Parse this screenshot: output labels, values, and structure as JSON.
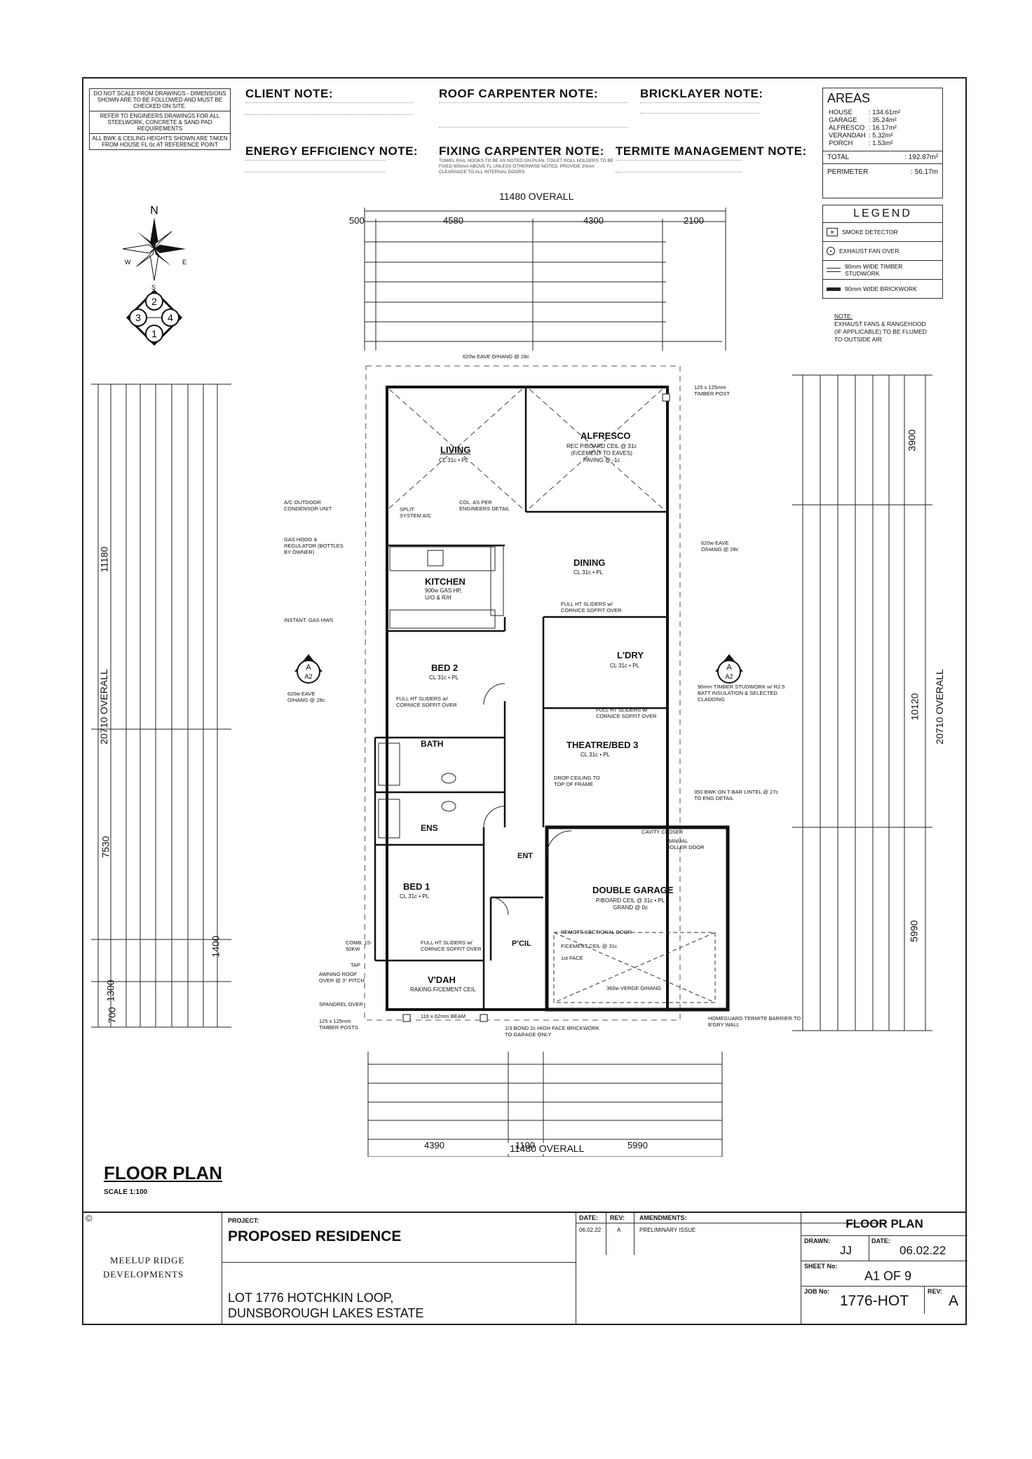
{
  "notes_box": [
    "DO NOT SCALE FROM DRAWINGS - DIMENSIONS SHOWN ARE TO BE FOLLOWED AND MUST BE CHECKED ON SITE.",
    "REFER TO ENGINEERS DRAWINGS FOR ALL STEELWORK, CONCRETE & SAND PAD REQUIREMENTS",
    "ALL BWK & CEILING HEIGHTS SHOWN ARE TAKEN FROM HOUSE FL 0c AT REFERENCE POINT"
  ],
  "note_headings": {
    "client": "CLIENT NOTE:",
    "roof": "ROOF CARPENTER NOTE:",
    "bricklayer": "BRICKLAYER NOTE:",
    "energy": "ENERGY EFFICIENCY NOTE:",
    "fixing": "FIXING CARPENTER NOTE:",
    "termite": "TERMITE MANAGEMENT NOTE:"
  },
  "fixing_note_text": "TOWEL RAIL HOOKS TO BE AS NOTED ON PLAN. TOILET ROLL HOLDERS TO BE FIXED 800mm ABOVE FL UNLESS OTHERWISE NOTED. PROVIDE 20mm CLEARANCE TO ALL INTERNAL DOORS",
  "areas": {
    "title": "AREAS",
    "rows": [
      {
        "label": "HOUSE",
        "value": ": 134.61m²"
      },
      {
        "label": "GARAGE",
        "value": ": 35.24m²"
      },
      {
        "label": "ALFRESCO",
        "value": ": 16.17m²"
      },
      {
        "label": "VERANDAH",
        "value": ": 5.32m²"
      },
      {
        "label": "PORCH",
        "value": ": 1.53m²"
      }
    ],
    "total_label": "TOTAL",
    "total_value": ": 192.87m²",
    "perimeter_label": "PERIMETER",
    "perimeter_value": ": 56.17m"
  },
  "legend": {
    "title": "LEGEND",
    "items": [
      {
        "symbol": "smoke-detector-icon",
        "label": "SMOKE DETECTOR"
      },
      {
        "symbol": "exhaust-fan-icon",
        "label": "EXHAUST FAN OVER"
      },
      {
        "symbol": "timber-stud-icon",
        "label": "90mm WIDE TIMBER STUDWORK"
      },
      {
        "symbol": "brickwork-icon",
        "label": "90mm WIDE BRICKWORK"
      }
    ]
  },
  "note_exhaust": [
    "NOTE:",
    "EXHAUST FANS & RANGEHOOD",
    "(IF APPLICABLE) TO BE FLUMED",
    "TO OUTSIDE AIR"
  ],
  "plan": {
    "overall_width": "11480 OVERALL",
    "overall_width_bottom": "11480 OVERALL",
    "overall_height": "20710 OVERALL",
    "top_segments": [
      "500",
      "4580",
      "4300",
      "2100"
    ],
    "bottom_segments": [
      "4390",
      "1100",
      "5990"
    ],
    "left_segments": [
      "11180",
      "7530",
      "1400",
      "1300",
      "700"
    ],
    "right_segments": [
      "3900",
      "10120",
      "5990"
    ],
    "rooms": {
      "living": "LIVING",
      "living_ceil": "CL 31c • PL",
      "alfresco": "ALFRESCO",
      "alfresco_sub1": "REC P/BOARD CEIL @ 31c",
      "alfresco_sub2": "(F/CEMENT TO EAVES)",
      "alfresco_sub3": "PAVING @ -1c",
      "dining": "DINING",
      "dining_ceil": "CL 31c • PL",
      "kitchen": "KITCHEN",
      "kitchen_sub1": "900w GAS HP,",
      "kitchen_sub2": "U/O & R/H",
      "bed2": "BED 2",
      "bed2_ceil": "CL 31c • PL",
      "laundry": "L'DRY",
      "laundry_ceil": "CL 31c • PL",
      "theatre": "THEATRE/BED 3",
      "theatre_ceil": "CL 31c • PL",
      "bath": "BATH",
      "ens": "ENS",
      "bed1": "BED 1",
      "bed1_ceil": "CL 31c • PL",
      "garage": "DOUBLE GARAGE",
      "garage_sub1": "P/BOARD CEIL @ 31c • PL",
      "garage_sub2": "GRAND @ 0c",
      "vdah": "V'DAH",
      "vdah_sub": "RAKING F/CEMENT CEIL",
      "entry": "ENT",
      "pcil": "P'CIL"
    },
    "callouts": {
      "ac": "A/C OUTDOOR CONDENSOR UNIT",
      "gas_hood": "GAS HOOD & REGULATOR (BOTTLES BY OWNER)",
      "hws": "INSTANT. GAS HWS",
      "eave_left": "620w EAVE O/HANG @ 28c",
      "eave_right": "620w EAVE O/HANG @ 28c",
      "eave_top": "620w EAVE O/HANG @ 28c",
      "timber_post": "125 x 125mm TIMBER POST",
      "sliders_bed2": "FULL HT SLIDERS w/ CORNICE SOFFIT OVER",
      "sliders_dining": "FULL HT SLIDERS w/ CORNICE SOFFIT OVER",
      "sliders_bed1": "FULL HT SLIDERS w/ CORNICE SOFFIT OVER",
      "sliders_theatre": "FULL HT SLIDERS w/ CORNICE SOFFIT OVER",
      "studwork": "90mm TIMBER STUDWORK w/ R2.5 BATT INSULATION & SELECTED CLADDING",
      "lintel": "350 BWK ON T-BAR LINTEL @ 27c TO ENG DETAIL",
      "drop_ceiling": "DROP CEILING TO TOP OF FRAME",
      "roller_door": "MANUAL ROLLER DOOR",
      "cavity_closer": "CAVITY CLOSER",
      "sectional_door": "REMOTE SECTIONAL DOOR",
      "garage_ceil": "F/CEMENT CEIL @ 31c",
      "face": "1st FACE",
      "verge": "360w VERGE O/HANG",
      "awning": "AWNING ROOF OVER @ 3° PITCH",
      "spandrel": "SPANDREL OVER",
      "posts": "125 x 125mm TIMBER POSTS",
      "beam": "116 x 62mm BEAM",
      "bond": "1/3 BOND 2c HIGH FACE BRICKWORK TO GARAGE ONLY",
      "termite_barrier": "HOMEGUARD TERMITE BARRIER TO B'GRY WALL",
      "comb": "COMB. 15-50KW",
      "tap": "TAP",
      "gas_beam": "COL. AS PER ENGINEERS DETAIL",
      "split": "SPLIT SYSTEM A/C"
    }
  },
  "drawing_title": "FLOOR PLAN",
  "scale": "SCALE 1:100",
  "title_block": {
    "logo_line1": "MEELUP RIDGE",
    "logo_line2": "DEVELOPMENTS",
    "project_label": "PROJECT:",
    "project": "PROPOSED RESIDENCE",
    "address1": "LOT 1776 HOTCHKIN LOOP,",
    "address2": "DUNSBOROUGH LAKES ESTATE",
    "date_label": "DATE:",
    "rev_label": "REV:",
    "amend_label": "AMENDMENTS:",
    "amend_date": "06.02.22",
    "amend_rev": "A",
    "amend_text": "PRELIMINARY ISSUE",
    "sheet_title": "FLOOR PLAN",
    "drawn_label": "DRAWN:",
    "drawn": "JJ",
    "date2_label": "DATE:",
    "date2": "06.02.22",
    "sheet_label": "SHEET No:",
    "sheet": "A1 OF 9",
    "job_label": "JOB No:",
    "job": "1776-HOT",
    "rev2_label": "REV:",
    "rev2": "A"
  }
}
